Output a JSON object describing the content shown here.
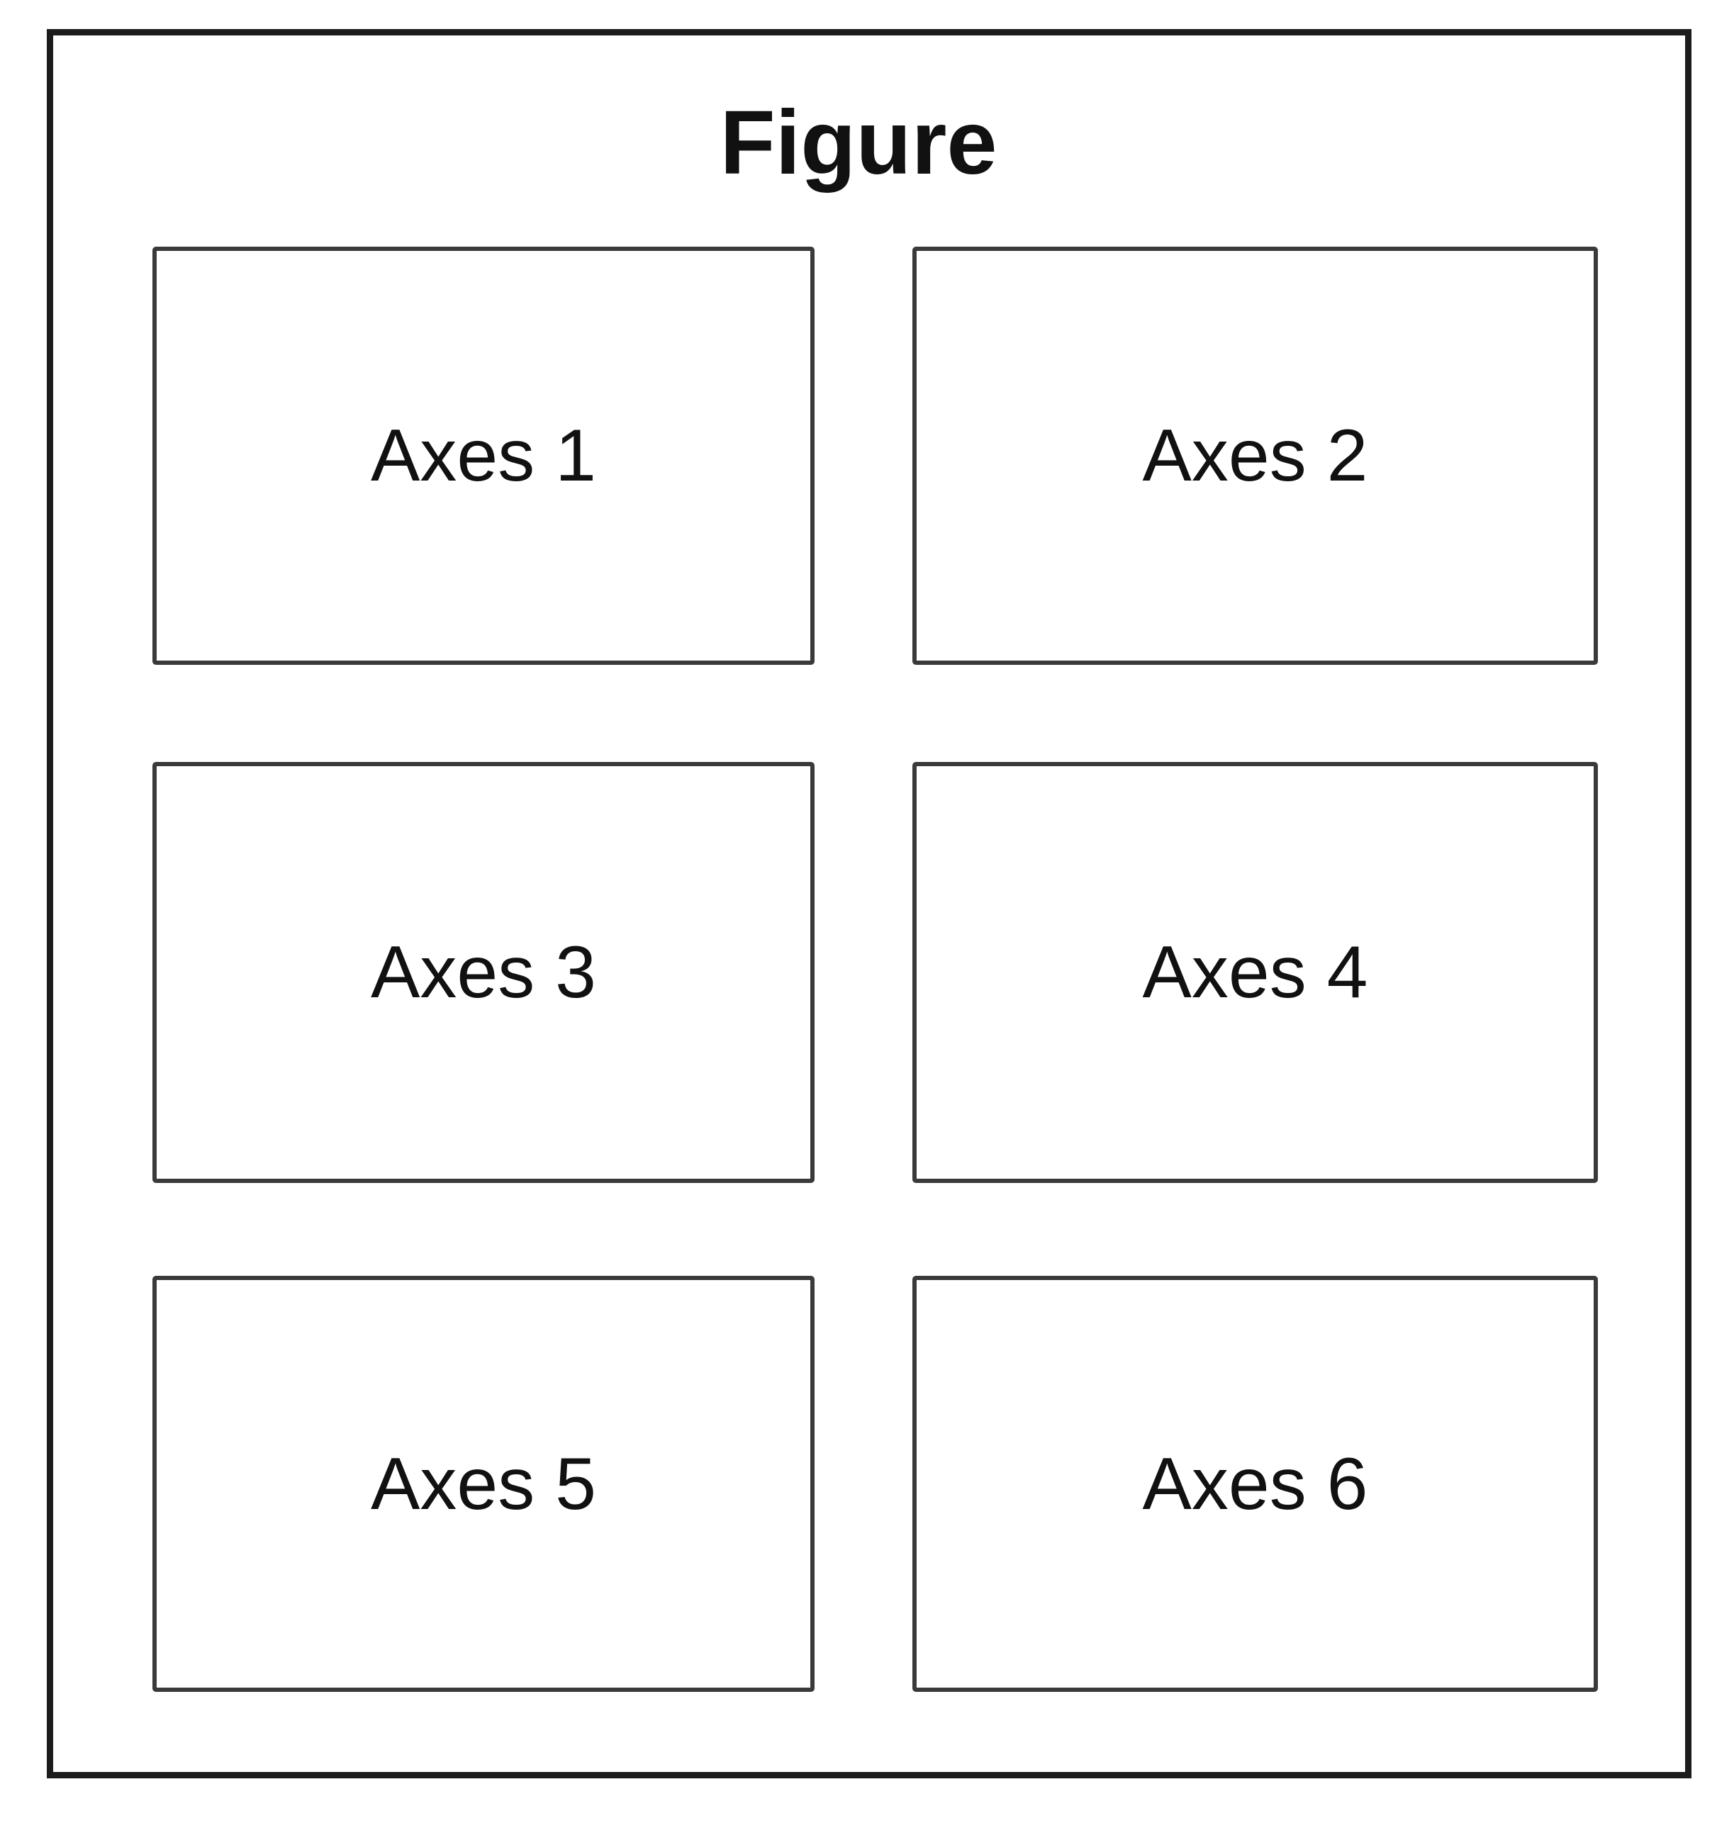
{
  "figure": {
    "title": "Figure"
  },
  "axes": [
    {
      "label": "Axes 1"
    },
    {
      "label": "Axes 2"
    },
    {
      "label": "Axes 3"
    },
    {
      "label": "Axes 4"
    },
    {
      "label": "Axes 5"
    },
    {
      "label": "Axes 6"
    }
  ]
}
